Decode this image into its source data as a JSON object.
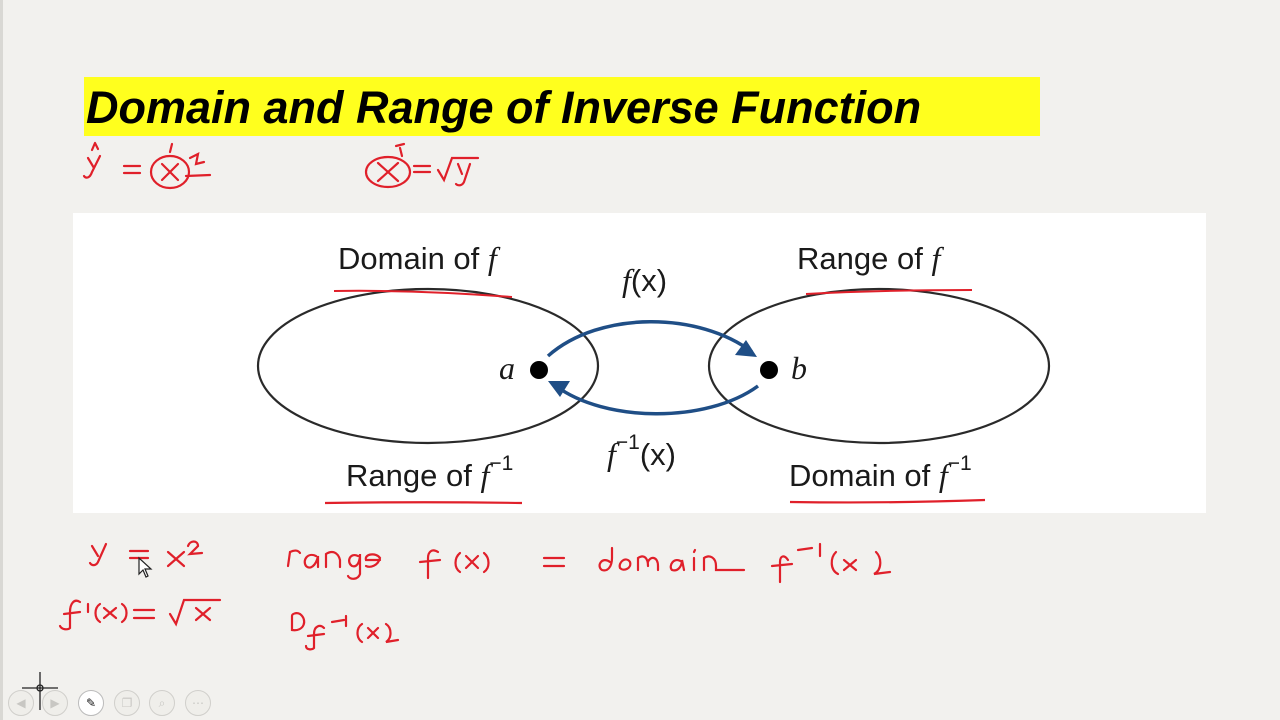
{
  "slide": {
    "title": "Domain and Range of Inverse Function"
  },
  "diagram": {
    "domain_of_f": "Domain of ",
    "range_of_f": "Range of ",
    "range_of_finv": "Range of ",
    "domain_of_finv": "Domain of ",
    "f_symbol": "f",
    "inverse_sup": "−1",
    "fx_label": "(x)",
    "finv_label": "(x)",
    "point_a": "a",
    "point_b": "b"
  },
  "colors": {
    "title_highlight": "#ffff1e",
    "ink_red": "#e0202a",
    "arrow_blue": "#1f4e86"
  },
  "toolbar_icons": [
    "back-icon",
    "forward-icon",
    "pen-icon",
    "copy-icon",
    "zoom-icon",
    "more-icon"
  ]
}
